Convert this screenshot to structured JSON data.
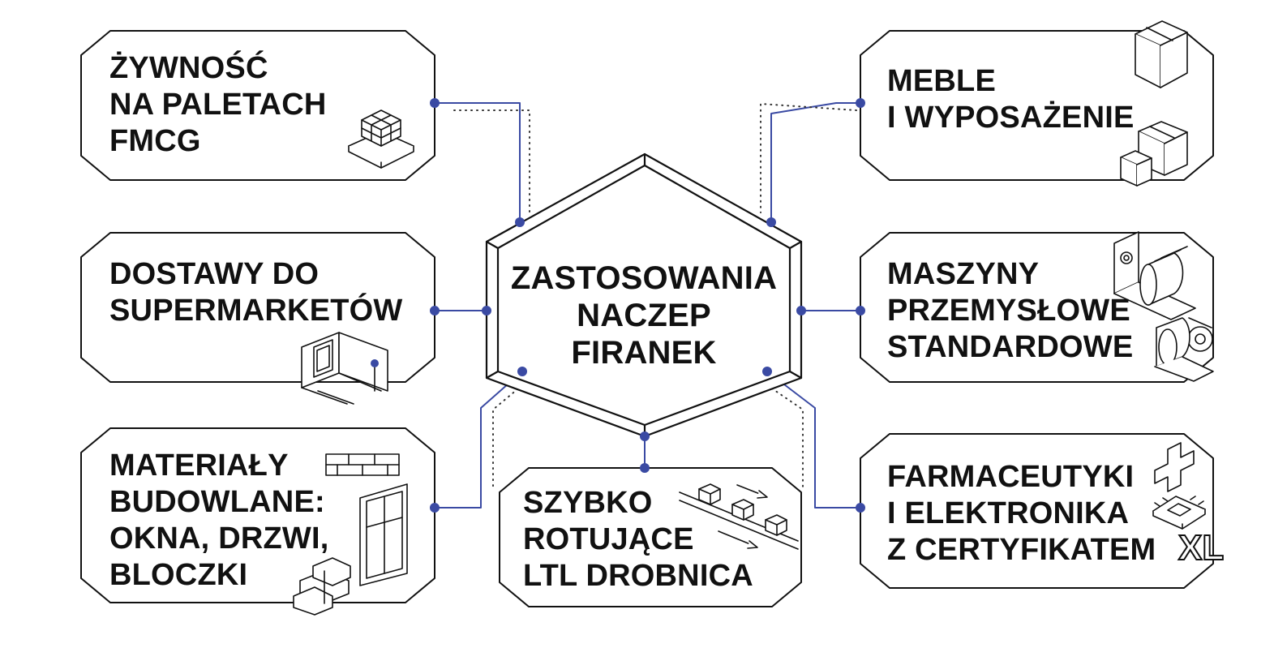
{
  "center": {
    "lines": [
      "ZASTOSOWANIA",
      "NACZEP",
      "FIRANEK"
    ]
  },
  "nodes": [
    {
      "id": "food",
      "lines": [
        "ŻYWNOŚĆ",
        "NA PALETACH",
        "FMCG"
      ],
      "icon": "pallet-boxes-icon"
    },
    {
      "id": "supermarkets",
      "lines": [
        "DOSTAWY DO",
        "SUPERMARKETÓW"
      ],
      "icon": "loading-dock-icon"
    },
    {
      "id": "building",
      "lines": [
        "MATERIAŁY",
        "BUDOWLANE:",
        "OKNA, DRZWI,",
        "BLOCZKI"
      ],
      "icon": "bricks-window-icon"
    },
    {
      "id": "ltl",
      "lines": [
        "SZYBKO",
        "ROTUJĄCE",
        "LTL DROBNICA"
      ],
      "icon": "conveyor-parcels-icon"
    },
    {
      "id": "furniture",
      "lines": [
        "MEBLE",
        "I WYPOSAŻENIE"
      ],
      "icon": "stacked-boxes-icon"
    },
    {
      "id": "machinery",
      "lines": [
        "MASZYNY",
        "PRZEMYSŁOWE",
        "STANDARDOWE"
      ],
      "icon": "industrial-motor-icon"
    },
    {
      "id": "pharma",
      "lines": [
        "FARMACEUTYKI",
        "I ELEKTRONIKA",
        "Z CERTYFIKATEM"
      ],
      "icon": "cross-chip-icon",
      "badge": "XL"
    }
  ],
  "colors": {
    "stroke": "#111111",
    "connector": "#3a4aa3",
    "background": "#ffffff"
  }
}
